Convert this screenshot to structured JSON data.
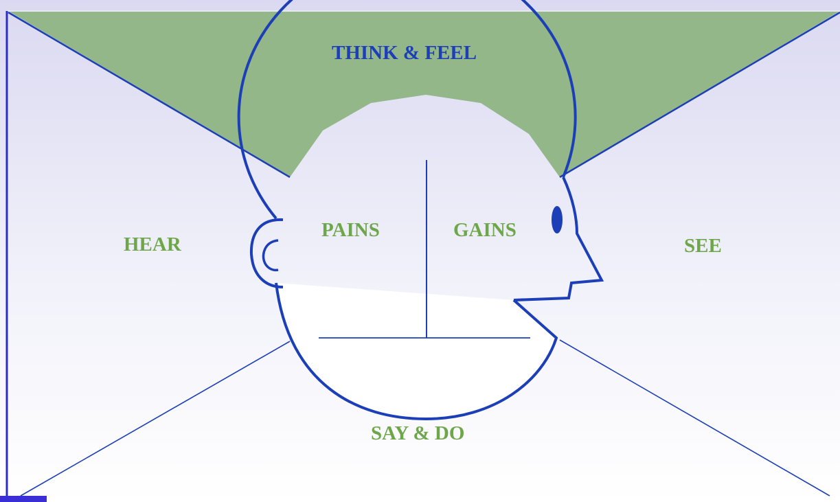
{
  "diagram": {
    "sections": {
      "think_feel": "THINK & FEEL",
      "hear": "HEAR",
      "see": "SEE",
      "say_do": "SAY & DO",
      "pains": "PAINS",
      "gains": "GAINS"
    },
    "colors": {
      "outline": "#1c3fb8",
      "think_feel_fill": "#93b788",
      "side_gradient_top": "#dad9f1",
      "side_gradient_bottom": "#ffffff",
      "label_green": "#6ea64a",
      "label_blue": "#1c3fb8"
    }
  }
}
